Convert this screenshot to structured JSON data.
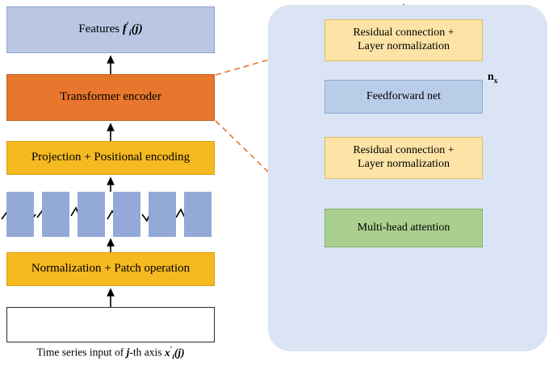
{
  "diagram": {
    "left_column": {
      "features_label": "Features",
      "features_symbol_f": "f",
      "features_symbol_sub": "i",
      "features_symbol_prime": "′",
      "features_symbol_arg": "(j)",
      "encoder_label": "Transformer encoder",
      "projection_label": "Projection + Positional encoding",
      "normalization_label": "Normalization + Patch operation",
      "caption_prefix": "Time series input of ",
      "caption_j": "j",
      "caption_mid": "-th axis ",
      "caption_symbol_x": "x",
      "caption_symbol_sub": "i",
      "caption_symbol_prime": "′",
      "caption_symbol_arg": "(j)",
      "patch_count": 6
    },
    "right_panel": {
      "residual_top_line1": "Residual connection +",
      "residual_top_line2": "Layer normalization",
      "feedforward_label": "Feedforward net",
      "residual_bottom_line1": "Residual connection +",
      "residual_bottom_line2": "Layer normalization",
      "multihead_label": "Multi-head attention",
      "repeat_label_n": "n",
      "repeat_label_sub": "x"
    }
  },
  "colors": {
    "panel_background": "#dbe4f4",
    "features_box": "#b9c7e4",
    "encoder_box": "#e8762c",
    "yellow_box": "#f5b921",
    "residual_box": "#fde3a6",
    "feedforward_box": "#b9cde8",
    "attention_box": "#a9d08e",
    "patch_strip": "#93a9d8",
    "connector_dashed": "#e8762c",
    "line": "#000000"
  }
}
